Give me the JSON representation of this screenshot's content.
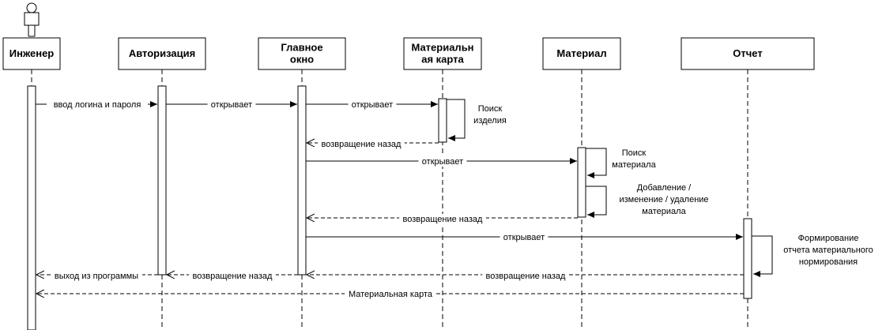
{
  "participants": [
    {
      "label_lines": [
        "Инженер"
      ],
      "is_actor": true
    },
    {
      "label_lines": [
        "Авторизация"
      ],
      "is_actor": false
    },
    {
      "label_lines": [
        "Главное",
        "окно"
      ],
      "is_actor": false
    },
    {
      "label_lines": [
        "Материальн",
        "ая карта"
      ],
      "is_actor": false
    },
    {
      "label_lines": [
        "Материал"
      ],
      "is_actor": false
    },
    {
      "label_lines": [
        "Отчет"
      ],
      "is_actor": false
    }
  ],
  "messages": [
    {
      "from": 0,
      "to": 1,
      "kind": "sync",
      "label_lines": [
        "ввод логина и пароля"
      ]
    },
    {
      "from": 1,
      "to": 2,
      "kind": "sync",
      "label_lines": [
        "открывает"
      ]
    },
    {
      "from": 2,
      "to": 3,
      "kind": "sync",
      "label_lines": [
        "открывает"
      ]
    },
    {
      "from": 3,
      "to": 3,
      "kind": "self",
      "label_lines": [
        "Поиск",
        "изделия"
      ]
    },
    {
      "from": 3,
      "to": 2,
      "kind": "return",
      "label_lines": [
        "возвращение назад"
      ]
    },
    {
      "from": 2,
      "to": 4,
      "kind": "sync",
      "label_lines": [
        "открывает"
      ]
    },
    {
      "from": 4,
      "to": 4,
      "kind": "self",
      "label_lines": [
        "Поиск",
        "материала"
      ]
    },
    {
      "from": 4,
      "to": 4,
      "kind": "self",
      "label_lines": [
        "Добавление /",
        "изменение / удаление",
        "материала"
      ]
    },
    {
      "from": 4,
      "to": 2,
      "kind": "return",
      "label_lines": [
        "возвращение назад"
      ]
    },
    {
      "from": 2,
      "to": 5,
      "kind": "sync",
      "label_lines": [
        "открывает"
      ]
    },
    {
      "from": 5,
      "to": 5,
      "kind": "self",
      "label_lines": [
        "Формирование",
        "отчета материального",
        "нормирования"
      ]
    },
    {
      "from": 5,
      "to": 2,
      "kind": "return",
      "label_lines": [
        "возвращение назад"
      ]
    },
    {
      "from": 2,
      "to": 1,
      "kind": "return",
      "label_lines": [
        "возвращение назад"
      ]
    },
    {
      "from": 1,
      "to": 0,
      "kind": "return",
      "label_lines": [
        "выход из программы"
      ]
    },
    {
      "from": 5,
      "to": 0,
      "kind": "return",
      "label_lines": [
        "Материальная карта"
      ]
    }
  ],
  "colors": {
    "line": "#000000",
    "background": "#ffffff"
  }
}
